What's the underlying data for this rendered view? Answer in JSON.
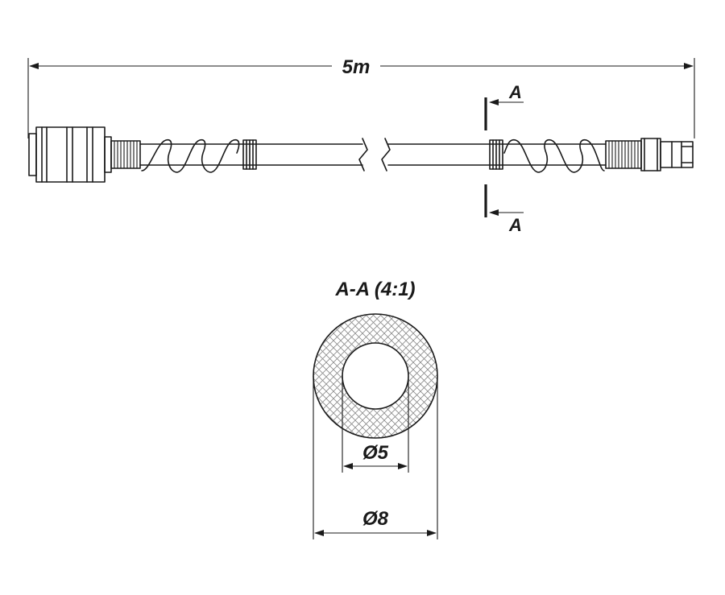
{
  "dimensions": {
    "length_label": "5m",
    "inner_diameter_label": "Ø5",
    "outer_diameter_label": "Ø8"
  },
  "section": {
    "marker_top": "A",
    "marker_bottom": "A",
    "title": "A-A (4:1)"
  },
  "colors": {
    "line": "#1a1a1a",
    "hatch": "#888888",
    "background": "#ffffff"
  }
}
